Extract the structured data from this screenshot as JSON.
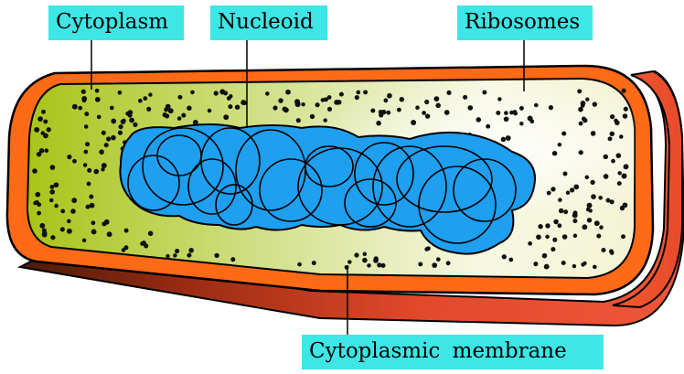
{
  "labels": {
    "cytoplasm": "Cytoplasm",
    "nucleoid": "Nucleoid",
    "ribosomes": "Ribosomes",
    "membrane": "Cytoplasmic membrane"
  },
  "colors": {
    "label_background": "#3ee6e6",
    "cell_wall_orange": "#ff6a16",
    "cell_wall_dark_red": "#c0301a",
    "cytoplasm_light": "#fbfbe8",
    "cytoplasm_green": "#9ec416",
    "nucleoid_blue": "#1e9ff0",
    "ribosome_black": "#111111",
    "outline": "#000000"
  }
}
